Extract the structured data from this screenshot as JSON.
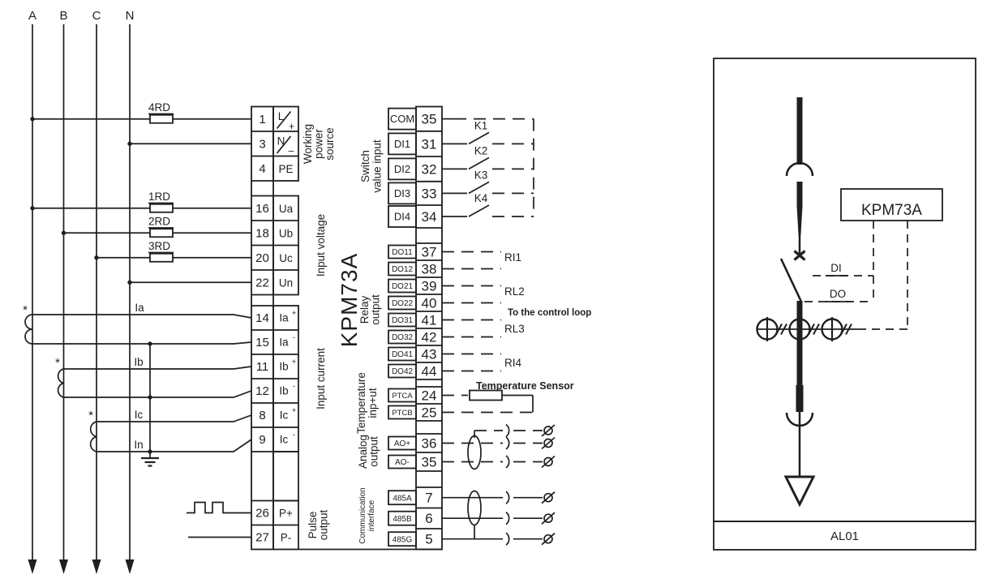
{
  "phases": [
    "A",
    "B",
    "C",
    "N"
  ],
  "fuses": [
    "4RD",
    "1RD",
    "2RD",
    "3RD"
  ],
  "ct": {
    "mark": "*",
    "tags": [
      "Ia",
      "Ib",
      "Ic",
      "In"
    ]
  },
  "left_terminals": [
    {
      "num": "1",
      "main": "L",
      "sub": "+"
    },
    {
      "num": "3",
      "main": "N",
      "sub": "–"
    },
    {
      "num": "4",
      "label": "PE"
    },
    {
      "num": "16",
      "label": "Ua"
    },
    {
      "num": "18",
      "label": "Ub"
    },
    {
      "num": "20",
      "label": "Uc"
    },
    {
      "num": "22",
      "label": "Un"
    },
    {
      "num": "14",
      "base": "Ia",
      "sup": "+"
    },
    {
      "num": "15",
      "base": "Ia",
      "sup": "-"
    },
    {
      "num": "11",
      "base": "Ib",
      "sup": "+"
    },
    {
      "num": "12",
      "base": "Ib",
      "sup": "-"
    },
    {
      "num": "8",
      "base": "Ic",
      "sup": "+"
    },
    {
      "num": "9",
      "base": "Ic",
      "sup": "-"
    },
    {
      "num": "26",
      "label": "P+"
    },
    {
      "num": "27",
      "label": "P-"
    }
  ],
  "right_terminals": {
    "switch": [
      {
        "label": "COM",
        "num": "35"
      },
      {
        "label": "DI1",
        "num": "31"
      },
      {
        "label": "DI2",
        "num": "32"
      },
      {
        "label": "DI3",
        "num": "33"
      },
      {
        "label": "DI4",
        "num": "34"
      }
    ],
    "relay": [
      {
        "label": "DO11",
        "num": "37"
      },
      {
        "label": "DO12",
        "num": "38"
      },
      {
        "label": "DO21",
        "num": "39"
      },
      {
        "label": "DO22",
        "num": "40"
      },
      {
        "label": "DO31",
        "num": "41"
      },
      {
        "label": "DO32",
        "num": "42"
      },
      {
        "label": "DO41",
        "num": "43"
      },
      {
        "label": "DO42",
        "num": "44"
      }
    ],
    "temp": [
      {
        "label": "PTCA",
        "num": "24"
      },
      {
        "label": "PTCB",
        "num": "25"
      }
    ],
    "analog": [
      {
        "label": "AO+",
        "num": "36"
      },
      {
        "label": "AO-",
        "num": "35"
      }
    ],
    "comm": [
      {
        "label": "485A",
        "num": "7"
      },
      {
        "label": "485B",
        "num": "6"
      },
      {
        "label": "485G",
        "num": "5"
      }
    ]
  },
  "keys": [
    "K1",
    "K2",
    "K3",
    "K4"
  ],
  "relay_tags": [
    "RI1",
    "RL2",
    "RL3",
    "RI4"
  ],
  "notes": {
    "control_loop": "To the control loop",
    "temp_sensor": "Temperature Sensor"
  },
  "group_labels": {
    "power": [
      "Working",
      "power",
      "source"
    ],
    "voltage": "Input voltage",
    "current": "Input current",
    "pulse": [
      "Pulse",
      "output"
    ],
    "switch": [
      "Switch",
      "value input"
    ],
    "relay": [
      "Relay",
      "output"
    ],
    "temp": [
      "Temperature",
      "inp+ut"
    ],
    "analog": [
      "Analog",
      "output"
    ],
    "comm": [
      "Communication",
      "interface"
    ]
  },
  "model": "KPM73A",
  "panel": {
    "device": "KPM73A",
    "di": "DI",
    "do": "DO",
    "name": "AL01"
  }
}
